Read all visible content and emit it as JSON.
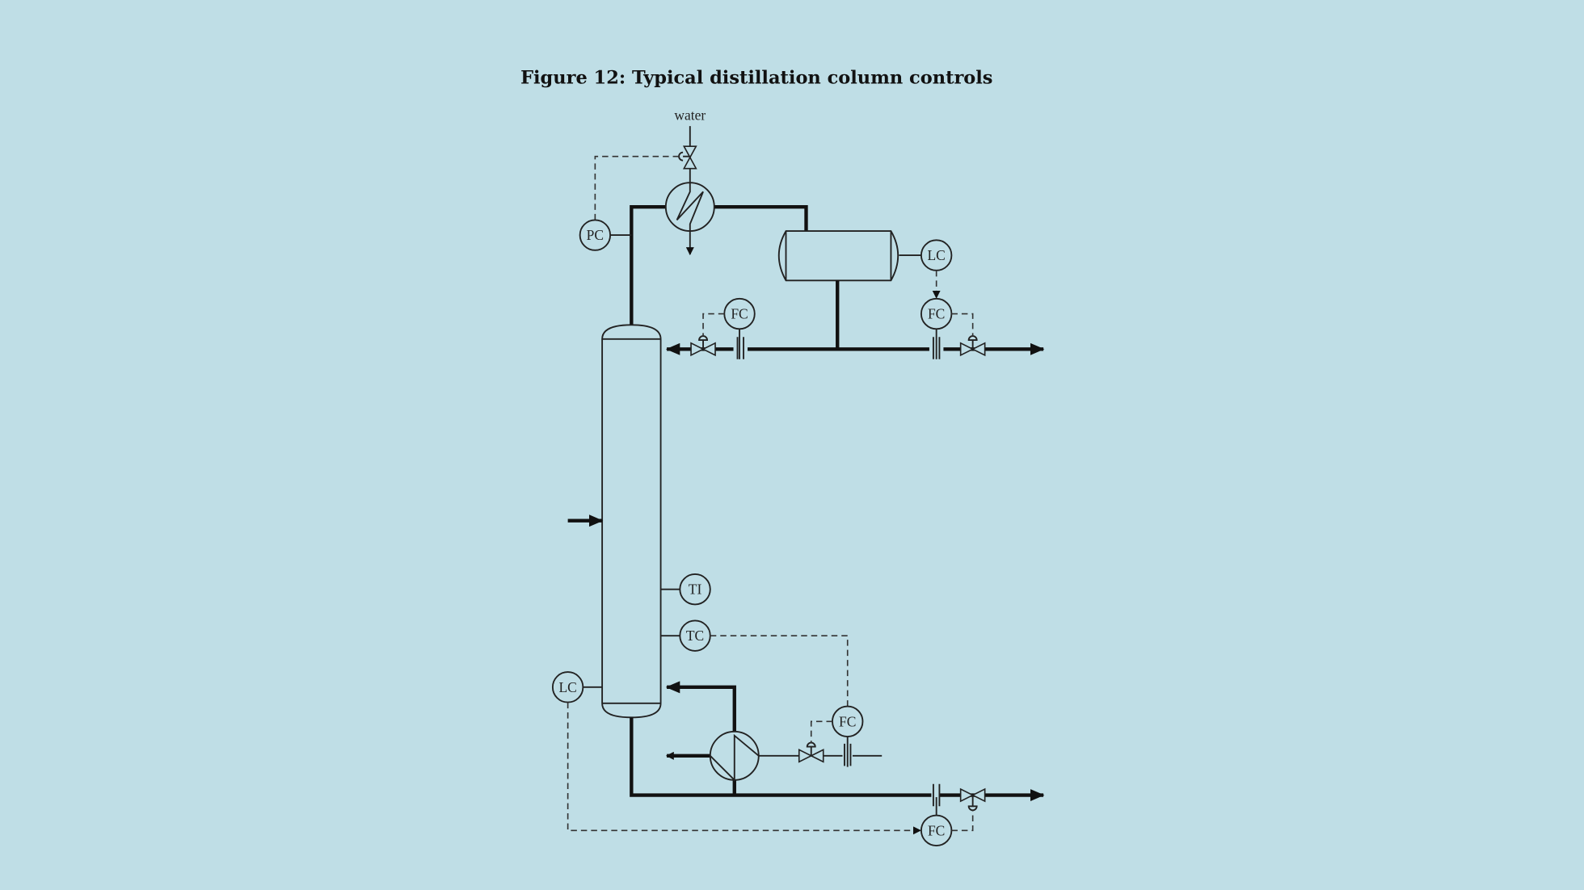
{
  "figure": {
    "title": "Figure 12: Typical distillation column controls",
    "water_label": "water"
  },
  "instruments": {
    "pc": "PC",
    "lc_drum": "LC",
    "fc_reflux": "FC",
    "fc_distillate": "FC",
    "ti": "TI",
    "tc": "TC",
    "lc_bottom": "LC",
    "fc_steam": "FC",
    "fc_bottoms": "FC"
  },
  "colors": {
    "background": "#bfdee6",
    "line": "#111111"
  }
}
